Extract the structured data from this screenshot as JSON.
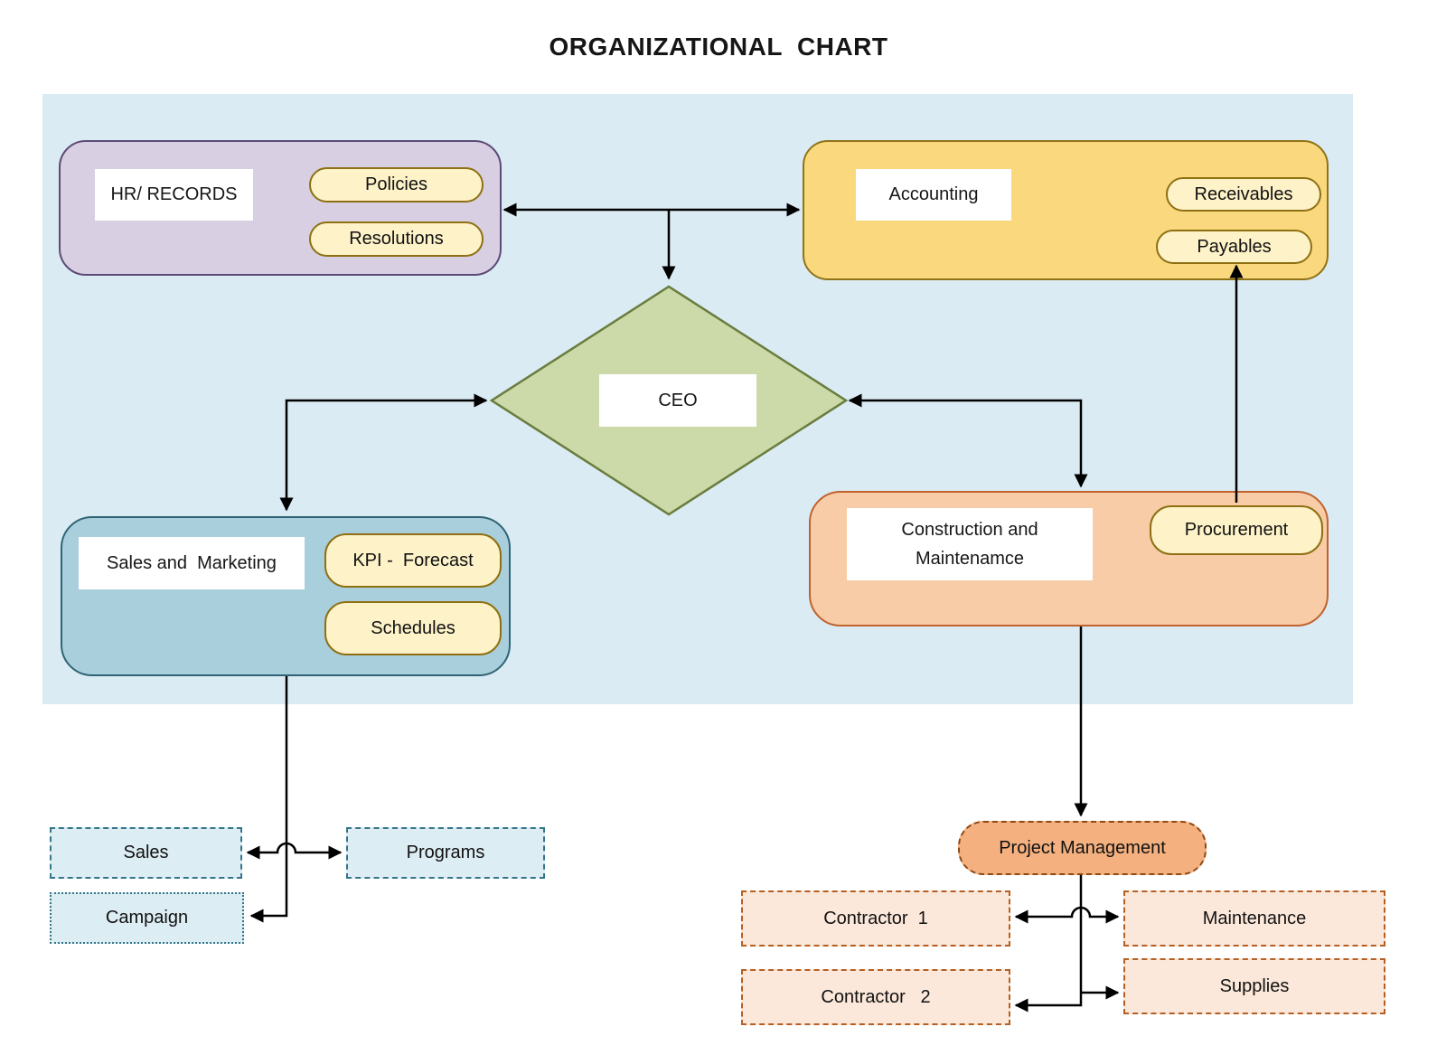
{
  "title": "ORGANIZATIONAL  CHART",
  "nodes": {
    "hr": {
      "label": "HR/ RECORDS",
      "pills": [
        "Policies",
        "Resolutions"
      ]
    },
    "accounting": {
      "label": "Accounting",
      "pills": [
        "Receivables",
        "Payables"
      ]
    },
    "ceo": {
      "label": "CEO"
    },
    "sales_marketing": {
      "label": "Sales and  Marketing",
      "pills": [
        "KPI -  Forecast",
        "Schedules"
      ]
    },
    "construction": {
      "label_line1": "Construction and",
      "label_line2": "Maintenamce",
      "pills": [
        "Procurement"
      ]
    },
    "sales": {
      "label": "Sales"
    },
    "programs": {
      "label": "Programs"
    },
    "campaign": {
      "label": "Campaign"
    },
    "project_management": {
      "label": "Project Management"
    },
    "contractor_1": {
      "label": "Contractor  1"
    },
    "maintenance": {
      "label": "Maintenance"
    },
    "contractor_2": {
      "label": "Contractor   2"
    },
    "supplies": {
      "label": "Supplies"
    }
  },
  "colors": {
    "panel_background": "#dbebf3",
    "hr_fill": "#d8cfe2",
    "hr_border": "#5c4b76",
    "accounting_fill": "#fad97e",
    "accounting_border": "#8f7316",
    "pill_fill": "#fdf2c8",
    "pill_border": "#8e7013",
    "ceo_fill": "#ccd9a9",
    "ceo_border": "#697d3e",
    "sales_marketing_fill": "#aacfdc",
    "sales_marketing_border": "#2f6475",
    "construction_fill": "#f7cca7",
    "construction_border": "#c0622d",
    "dashed_blue_fill": "#ddedf4",
    "dashed_blue_border": "#34758a",
    "project_management_fill": "#f4b17f",
    "project_management_border": "#8c4a16",
    "dashed_orange_fill": "#fce8da",
    "dashed_orange_border": "#b55f22",
    "connector": "#000000"
  }
}
